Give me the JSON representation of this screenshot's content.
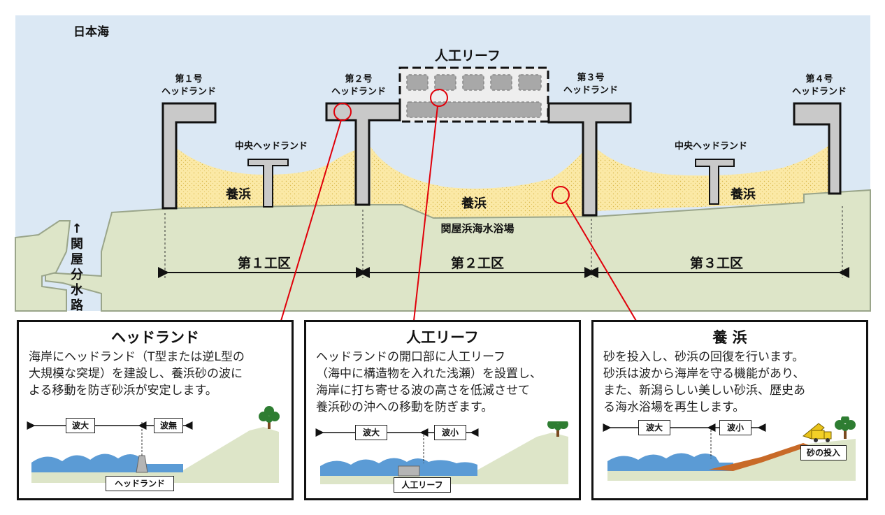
{
  "map": {
    "sea_label": "日本海",
    "headlands": [
      {
        "line1": "第１号",
        "line2": "ヘッドランド"
      },
      {
        "line1": "第２号",
        "line2": "ヘッドランド"
      },
      {
        "line1": "第３号",
        "line2": "ヘッドランド"
      },
      {
        "line1": "第４号",
        "line2": "ヘッドランド"
      }
    ],
    "central_headland_left": "中央ヘッドランド",
    "central_headland_right": "中央ヘッドランド",
    "reef_label": "人工リーフ",
    "nourishment_1": "養浜",
    "nourishment_2": "養浜",
    "nourishment_3": "養浜",
    "beach_name": "関屋浜海水浴場",
    "channel_chars": [
      "↑",
      "関",
      "屋",
      "分",
      "水",
      "路"
    ],
    "zones": [
      "第１工区",
      "第２工区",
      "第３工区"
    ]
  },
  "panels": {
    "headland": {
      "title": "ヘッドランド",
      "lines": [
        "海岸にヘッドランド（T型または逆L型の",
        "大規模な突堤）を建設し、養浜砂の波に",
        "よる移動を防ぎ砂浜が安定します。"
      ],
      "wave_big": "波大",
      "wave_none": "波無",
      "tag": "ヘッドランド"
    },
    "reef": {
      "title": "人工リーフ",
      "lines": [
        "ヘッドランドの開口部に人工リーフ",
        "（海中に構造物を入れた浅瀬）を設置し、",
        "海岸に打ち寄せる波の高さを低減させて",
        "養浜砂の沖への移動を防ぎます。"
      ],
      "wave_big": "波大",
      "wave_small": "波小",
      "tag": "人工リーフ"
    },
    "nourish": {
      "title": "養 浜",
      "lines": [
        "砂を投入し、砂浜の回復を行います。",
        "砂浜は波から海岸を守る機能があり、",
        "また、新潟らしい美しい砂浜、歴史あ",
        "る海水浴場を再生します。"
      ],
      "wave_big": "波大",
      "wave_small": "波小",
      "tag": "砂の投入"
    }
  },
  "colors": {
    "sea": "#dbe8f4",
    "land": "#dde5c8",
    "sand": "#fbe9a6",
    "structure": "#c9c9c9",
    "callout": "#e0000a",
    "wave": "#5b9bd5",
    "dumped_sand": "#c86a28"
  }
}
